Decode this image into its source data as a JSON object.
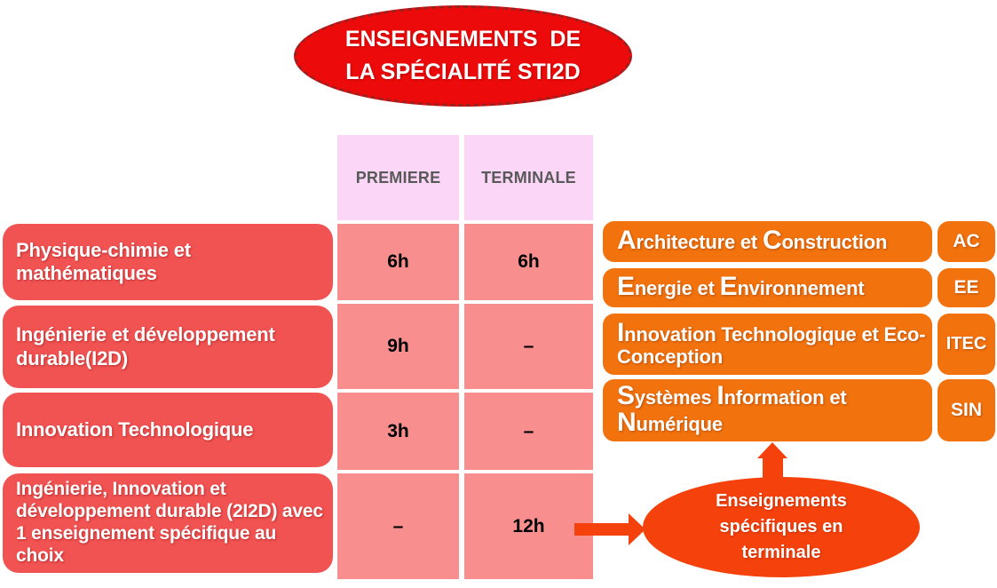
{
  "title": {
    "text": "ENSEIGNEMENTS  DE\nLA SPÉCIALITÉ STI2D"
  },
  "left_courses": [
    {
      "label": "Physique-chimie et mathématiques"
    },
    {
      "label": "Ingénierie et développement durable(I2D)"
    },
    {
      "label": "Innovation Technologique"
    },
    {
      "label": "Ingénierie, Innovation et développement durable (2I2D) avec 1 enseignement spécifique au choix"
    }
  ],
  "table": {
    "headers": [
      "PREMIERE",
      "TERMINALE"
    ],
    "rows": [
      [
        "6h",
        "6h"
      ],
      [
        "9h",
        "–"
      ],
      [
        "3h",
        "–"
      ],
      [
        "–",
        "12h"
      ]
    ]
  },
  "specialties": [
    {
      "code": "AC",
      "parts": [
        {
          "t": "A",
          "big": true
        },
        {
          "t": "rchitecture et ",
          "big": false
        },
        {
          "t": "C",
          "big": true
        },
        {
          "t": "onstruction",
          "big": false
        }
      ]
    },
    {
      "code": "EE",
      "parts": [
        {
          "t": "E",
          "big": true
        },
        {
          "t": "nergie et ",
          "big": false
        },
        {
          "t": "E",
          "big": true
        },
        {
          "t": "nvironnement",
          "big": false
        }
      ]
    },
    {
      "code": "ITEC",
      "parts": [
        {
          "t": "I",
          "big": true
        },
        {
          "t": "nnovation Technologique et Eco-Conception",
          "big": false
        }
      ]
    },
    {
      "code": "SIN",
      "parts": [
        {
          "t": "S",
          "big": true
        },
        {
          "t": "ystèmes ",
          "big": false
        },
        {
          "t": "I",
          "big": true
        },
        {
          "t": "nformation et ",
          "big": false
        },
        {
          "t": "N",
          "big": true
        },
        {
          "t": "umérique",
          "big": false
        }
      ]
    }
  ],
  "callout": {
    "text": "Enseignements\nspécifiques en\nterminale"
  },
  "colors": {
    "title_red": "#ec0a0a",
    "title_dash_border": "#9c2020",
    "course_red": "#f15252",
    "header_pink": "#fbd6f7",
    "header_text": "#595959",
    "cell_salmon": "#f98e8e",
    "specialty_orange": "#f2720d",
    "accent_red_orange": "#f5420c",
    "text_white": "#ffffff"
  }
}
